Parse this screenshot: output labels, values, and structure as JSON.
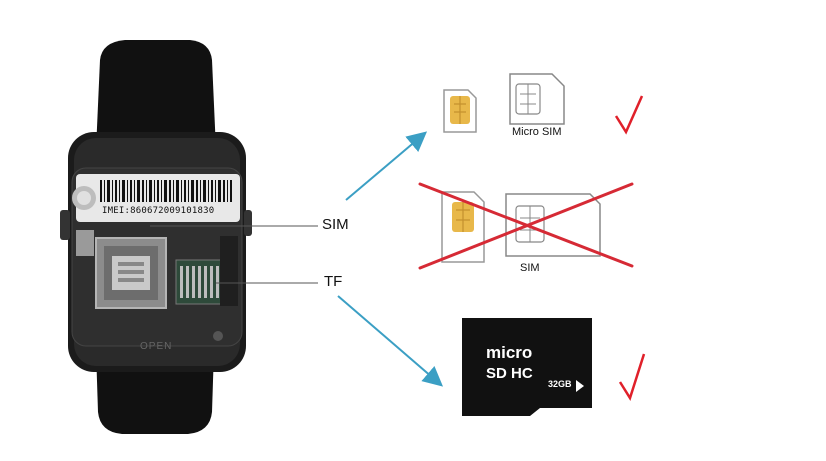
{
  "watch": {
    "imei_text": "IMEI:860672009101830",
    "open_label": "OPEN"
  },
  "callouts": {
    "sim_label": "SIM",
    "tf_label": "TF"
  },
  "options": {
    "micro_sim_label": "Micro SIM",
    "standard_sim_label": "SIM"
  },
  "sd_card": {
    "capacity_label": "32GB"
  },
  "colors": {
    "arrow": "#3b9fc4",
    "check": "#e0202a",
    "cross": "#d62a35",
    "sim_gold": "#e8b84a"
  }
}
